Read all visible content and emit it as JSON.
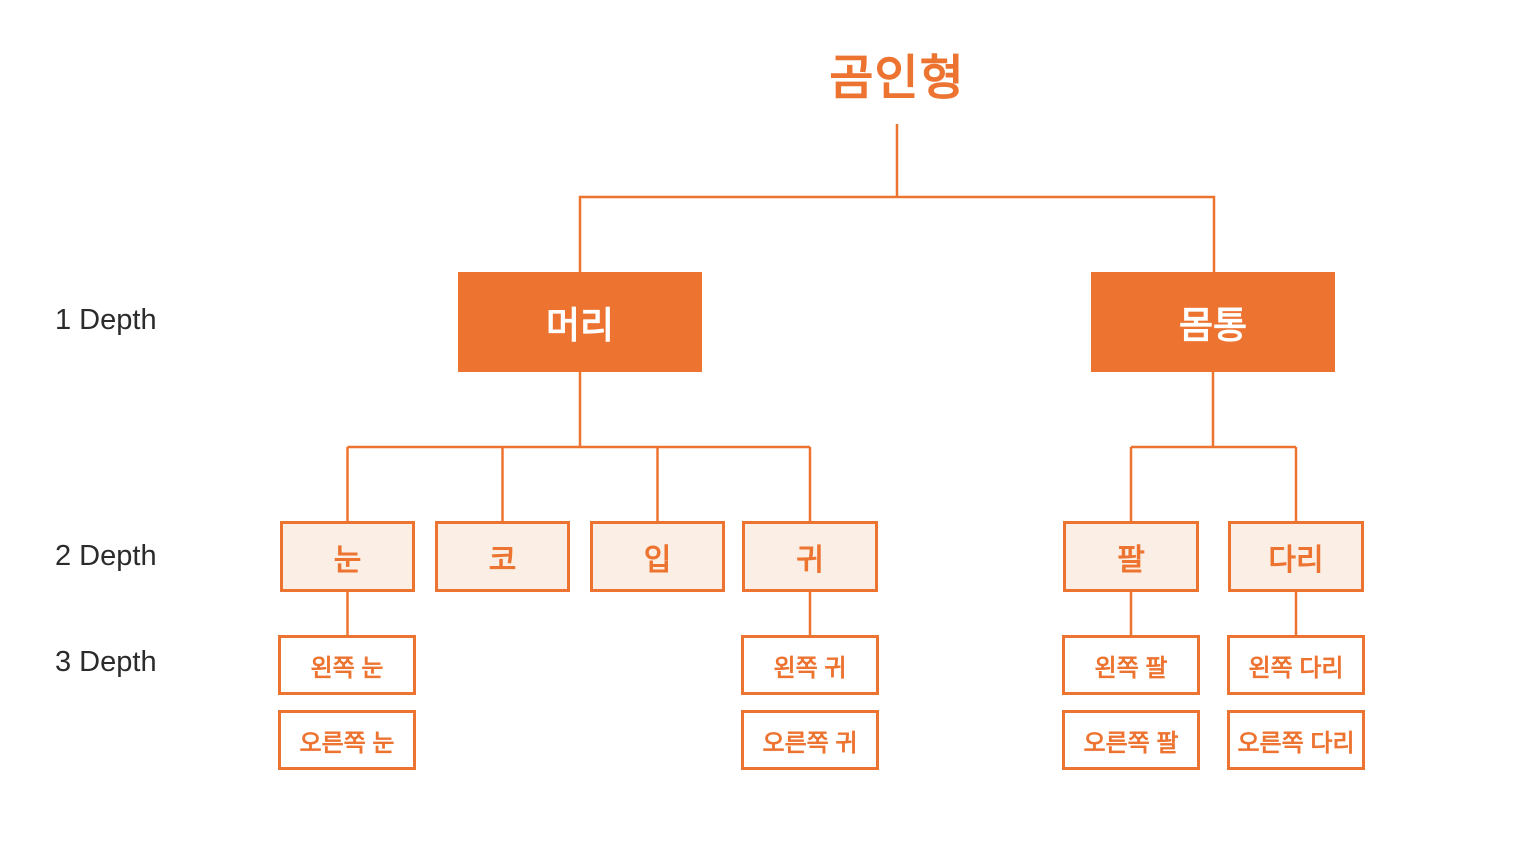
{
  "diagram": {
    "title": "곰인형",
    "depth_labels": [
      "1 Depth",
      "2 Depth",
      "3 Depth"
    ],
    "colors": {
      "accent_orange": "#ED7331",
      "light_fill": "#FBEFE5",
      "depth1_text": "#FFFFFF",
      "label_text": "#2B2B2B",
      "background": "#FFFFFF"
    },
    "nodes": {
      "root": "곰인형",
      "head": "머리",
      "body": "몸통",
      "eye": "눈",
      "nose": "코",
      "mouth": "입",
      "ear": "귀",
      "arm": "팔",
      "leg": "다리",
      "eye_left": "왼쪽 눈",
      "eye_right": "오른쪽 눈",
      "ear_left": "왼쪽 귀",
      "ear_right": "오른쪽 귀",
      "arm_left": "왼쪽 팔",
      "arm_right": "오른쪽 팔",
      "leg_left": "왼쪽 다리",
      "leg_right": "오른쪽 다리"
    },
    "hierarchy": {
      "곰인형": {
        "머리": {
          "눈": [
            "왼쪽 눈",
            "오른쪽 눈"
          ],
          "코": [],
          "입": [],
          "귀": [
            "왼쪽 귀",
            "오른쪽 귀"
          ]
        },
        "몸통": {
          "팔": [
            "왼쪽 팔",
            "오른쪽 팔"
          ],
          "다리": [
            "왼쪽 다리",
            "오른쪽 다리"
          ]
        }
      }
    }
  }
}
